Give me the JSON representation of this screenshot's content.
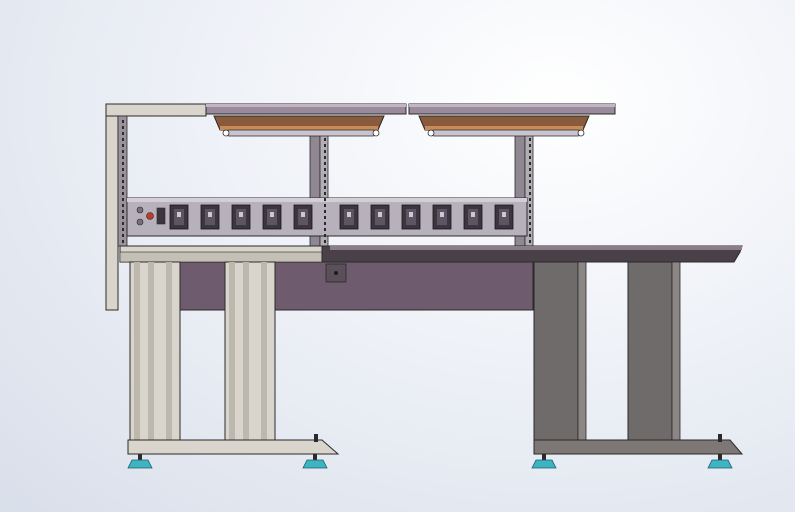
{
  "scene": {
    "subject": "workbench-cad-front-view",
    "colors": {
      "background_top": "#ffffff",
      "background_bottom": "#d9dfea",
      "frame_light": "#d9d5cc",
      "frame_mid": "#bdb8ae",
      "outline": "#2a2a2a",
      "panel_purple": "#6e5c6e",
      "shelf_top": "#9b8a9b",
      "lamp_wood": "#8a5a3c",
      "lamp_tube": "#c9c4ce",
      "socket_strip": "#b7b1bb",
      "socket_face": "#3d3540",
      "desk_top": "#4a4048",
      "leg_gray": "#6f6b6a",
      "foot_teal": "#3fb3c1"
    },
    "socket_groups": [
      {
        "count": 5
      },
      {
        "count": 6
      }
    ],
    "lamp_count": 2
  }
}
